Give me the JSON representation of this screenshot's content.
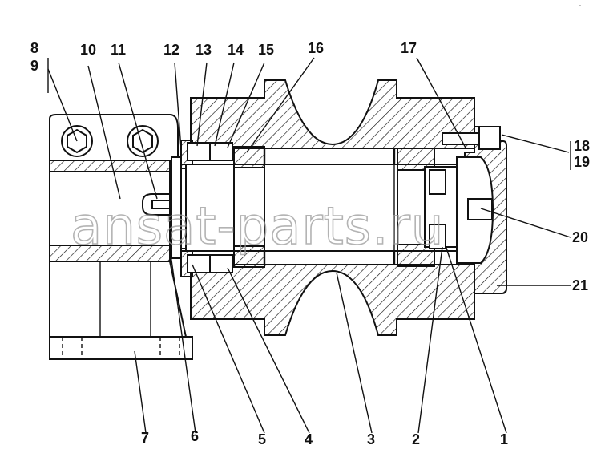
{
  "watermark": "ansat-parts.ru",
  "corner_mark": "-",
  "callouts": [
    {
      "id": "c1",
      "text": "1"
    },
    {
      "id": "c2",
      "text": "2"
    },
    {
      "id": "c3",
      "text": "3"
    },
    {
      "id": "c4",
      "text": "4"
    },
    {
      "id": "c5",
      "text": "5"
    },
    {
      "id": "c6",
      "text": "6"
    },
    {
      "id": "c7",
      "text": "7"
    },
    {
      "id": "c8",
      "text": "8"
    },
    {
      "id": "c9",
      "text": "9"
    },
    {
      "id": "c10",
      "text": "10"
    },
    {
      "id": "c11",
      "text": "11"
    },
    {
      "id": "c12",
      "text": "12"
    },
    {
      "id": "c13",
      "text": "13"
    },
    {
      "id": "c14",
      "text": "14"
    },
    {
      "id": "c15",
      "text": "15"
    },
    {
      "id": "c16",
      "text": "16"
    },
    {
      "id": "c17",
      "text": "17"
    },
    {
      "id": "c18",
      "text": "18"
    },
    {
      "id": "c19",
      "text": "19"
    },
    {
      "id": "c20",
      "text": "20"
    },
    {
      "id": "c21",
      "text": "21"
    }
  ]
}
